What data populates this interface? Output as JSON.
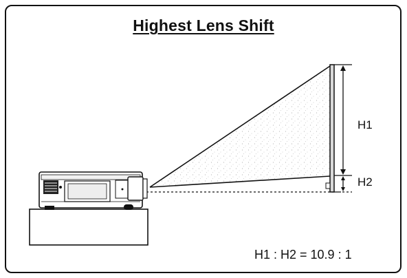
{
  "title": "Highest Lens Shift",
  "labels": {
    "h1": "H1",
    "h2": "H2"
  },
  "ratio_text": "H1 : H2 = 10.9 : 1",
  "colors": {
    "ink": "#111111",
    "screen_fill": "#d9d9d9",
    "beam_speckle": "#bdbdbd",
    "background": "#ffffff"
  }
}
